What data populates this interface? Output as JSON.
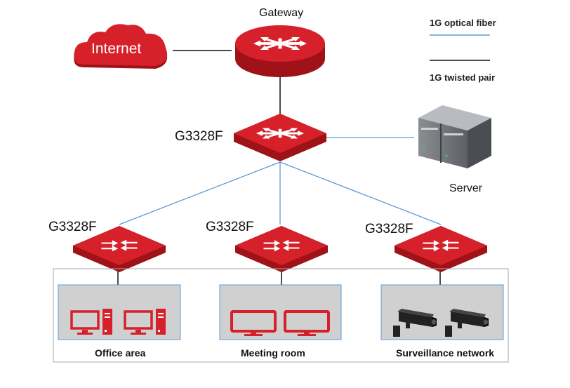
{
  "legend": {
    "fiber_label": "1G optical fiber",
    "twisted_label": "1G twisted pair",
    "fiber_color": "#5b9bd5",
    "twisted_color": "#111111"
  },
  "nodes": {
    "internet_label": "Internet",
    "gateway_label": "Gateway",
    "core_switch_label": "G3328F",
    "server_label": "Server",
    "switch_left_label": "G3328F",
    "switch_mid_label": "G3328F",
    "switch_right_label": "G3328F"
  },
  "areas": {
    "office_label": "Office area",
    "meeting_label": "Meeting room",
    "surveillance_label": "Surveillance network"
  },
  "colors": {
    "device_red": "#d6202a",
    "device_dark_red": "#9e1218",
    "area_fill": "#d0d0d0",
    "area_border": "#5b9bd5"
  }
}
